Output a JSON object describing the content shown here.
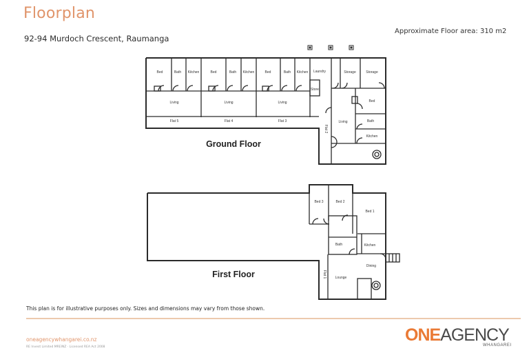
{
  "header": {
    "title": "Floorplan",
    "address": "92-94 Murdoch Crescent, Raumanga",
    "floor_area": "Approximate Floor area: 310 m2"
  },
  "ground_floor": {
    "label": "Ground Floor",
    "rooms": {
      "flat5": {
        "bed": "Bed",
        "bath": "Bath",
        "kitchen": "Kitchen",
        "living": "Living",
        "name": "Flat 5"
      },
      "flat4": {
        "bed": "Bed",
        "bath": "Bath",
        "kitchen": "Kitchen",
        "living": "Living",
        "name": "Flat 4"
      },
      "flat3": {
        "bed": "Bed",
        "bath": "Bath",
        "kitchen": "Kitchen",
        "living": "Living",
        "name": "Flat 3"
      },
      "laundry": "Laundry",
      "store": "Store",
      "storage1": "Storage",
      "storage2": "Storage",
      "flat2": {
        "bed": "Bed",
        "bath": "Bath",
        "kitchen": "Kitchen",
        "living": "Living",
        "name": "Flat 2"
      }
    }
  },
  "first_floor": {
    "label": "First Floor",
    "rooms": {
      "bed3": "Bed 3",
      "bed2": "Bed 2",
      "bed1": "Bed 1",
      "bath": "Bath",
      "kitchen": "Kitchen",
      "dining": "Dining",
      "lounge": "Lounge",
      "flat1": "Flat 1"
    }
  },
  "footer": {
    "disclaimer": "This plan is for illustrative purposes only.  Sizes and dimensions may vary from those shown.",
    "website": "oneagencywhangarei.co.nz",
    "license": "RE Invest Limited MREINZ  ·  Licensed REA Act 2008",
    "logo_one": "ONE",
    "logo_agency": "AGENCY",
    "logo_sub": "WHANGAREI"
  },
  "colors": {
    "accent": "#e0946a",
    "logo_orange": "#ea7a35",
    "wall": "#2a2a2a"
  }
}
